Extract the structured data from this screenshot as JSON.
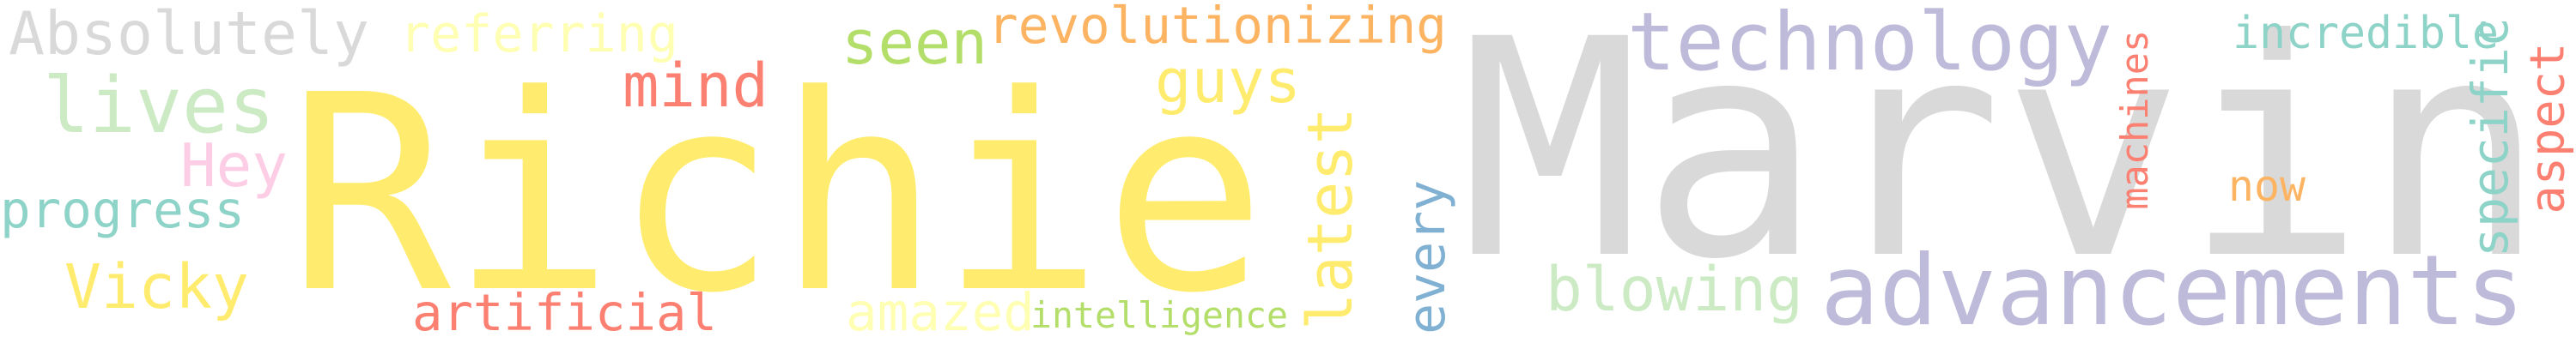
{
  "words": [
    {
      "id": "richie",
      "text": "Richie",
      "color": "#ffec6e",
      "orientation": "horizontal"
    },
    {
      "id": "marvin",
      "text": "Marvin",
      "color": "#d9d9d9",
      "orientation": "horizontal"
    },
    {
      "id": "advancements",
      "text": "advancements",
      "color": "#bebada",
      "orientation": "horizontal"
    },
    {
      "id": "technology",
      "text": "technology",
      "color": "#bebada",
      "orientation": "horizontal"
    },
    {
      "id": "absolutely",
      "text": "Absolutely",
      "color": "#d9d9d9",
      "orientation": "horizontal"
    },
    {
      "id": "referring",
      "text": "referring",
      "color": "#ffffb3",
      "orientation": "horizontal"
    },
    {
      "id": "lives",
      "text": "lives",
      "color": "#ccebc5",
      "orientation": "horizontal"
    },
    {
      "id": "hey",
      "text": "Hey",
      "color": "#fccde5",
      "orientation": "horizontal"
    },
    {
      "id": "progress",
      "text": "progress",
      "color": "#8dd3c7",
      "orientation": "horizontal"
    },
    {
      "id": "vicky",
      "text": "Vicky",
      "color": "#ffec6e",
      "orientation": "horizontal"
    },
    {
      "id": "artificial",
      "text": "artificial",
      "color": "#fb8072",
      "orientation": "horizontal"
    },
    {
      "id": "mind",
      "text": "mind",
      "color": "#fb8072",
      "orientation": "horizontal"
    },
    {
      "id": "seen",
      "text": "seen",
      "color": "#b3de69",
      "orientation": "horizontal"
    },
    {
      "id": "revolutionizing",
      "text": "revolutionizing",
      "color": "#fdb462",
      "orientation": "horizontal"
    },
    {
      "id": "guys",
      "text": "guys",
      "color": "#ffec6e",
      "orientation": "horizontal"
    },
    {
      "id": "latest",
      "text": "latest",
      "color": "#ffec6e",
      "orientation": "vertical"
    },
    {
      "id": "amazed",
      "text": "amazed",
      "color": "#ffffb3",
      "orientation": "horizontal"
    },
    {
      "id": "intelligence",
      "text": "intelligence",
      "color": "#b3de69",
      "orientation": "horizontal"
    },
    {
      "id": "every",
      "text": "every",
      "color": "#80b1d3",
      "orientation": "vertical"
    },
    {
      "id": "blowing",
      "text": "blowing",
      "color": "#ccebc5",
      "orientation": "horizontal"
    },
    {
      "id": "machines",
      "text": "machines",
      "color": "#fb8072",
      "orientation": "vertical"
    },
    {
      "id": "now",
      "text": "now",
      "color": "#fdb462",
      "orientation": "horizontal"
    },
    {
      "id": "incredible",
      "text": "incredible",
      "color": "#8dd3c7",
      "orientation": "horizontal"
    },
    {
      "id": "specific",
      "text": "specific",
      "color": "#8dd3c7",
      "orientation": "vertical"
    },
    {
      "id": "aspect",
      "text": "aspect",
      "color": "#fb8072",
      "orientation": "vertical"
    }
  ]
}
